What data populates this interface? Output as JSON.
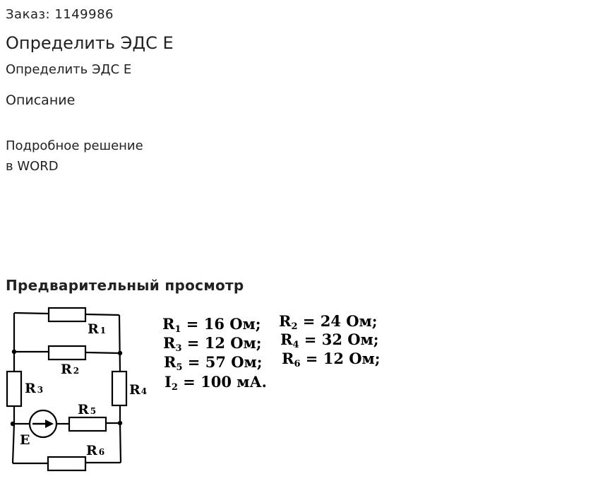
{
  "order": {
    "label": "Заказ: 1149986"
  },
  "title": "Определить ЭДС Е",
  "subtitle": "Определить ЭДС Е",
  "description": {
    "heading": "Описание",
    "lines": [
      "Подробное решение",
      "в WORD"
    ]
  },
  "preview": {
    "heading": "Предварительный просмотр"
  },
  "circuit": {
    "labels": {
      "r1": "R",
      "r1_sub": "1",
      "r2": "R",
      "r2_sub": "2",
      "r3": "R",
      "r3_sub": "3",
      "r4": "R",
      "r4_sub": "4",
      "r5": "R",
      "r5_sub": "5",
      "r6": "R",
      "r6_sub": "6",
      "e": "E"
    },
    "params": {
      "r1": {
        "name": "R",
        "sub": "1",
        "value": " = 16 Ом;"
      },
      "r2": {
        "name": "R",
        "sub": "2",
        "value": " = 24 Ом;"
      },
      "r3": {
        "name": "R",
        "sub": "3",
        "value": " = 12 Ом;"
      },
      "r4": {
        "name": "R",
        "sub": "4",
        "value": " = 32 Ом;"
      },
      "r5": {
        "name": "R",
        "sub": "5",
        "value": " = 57 Ом;"
      },
      "r6": {
        "name": "R",
        "sub": "6",
        "value": " = 12 Ом;"
      },
      "i2": {
        "name": "I",
        "sub": "2",
        "value": " = 100 мА."
      }
    }
  }
}
